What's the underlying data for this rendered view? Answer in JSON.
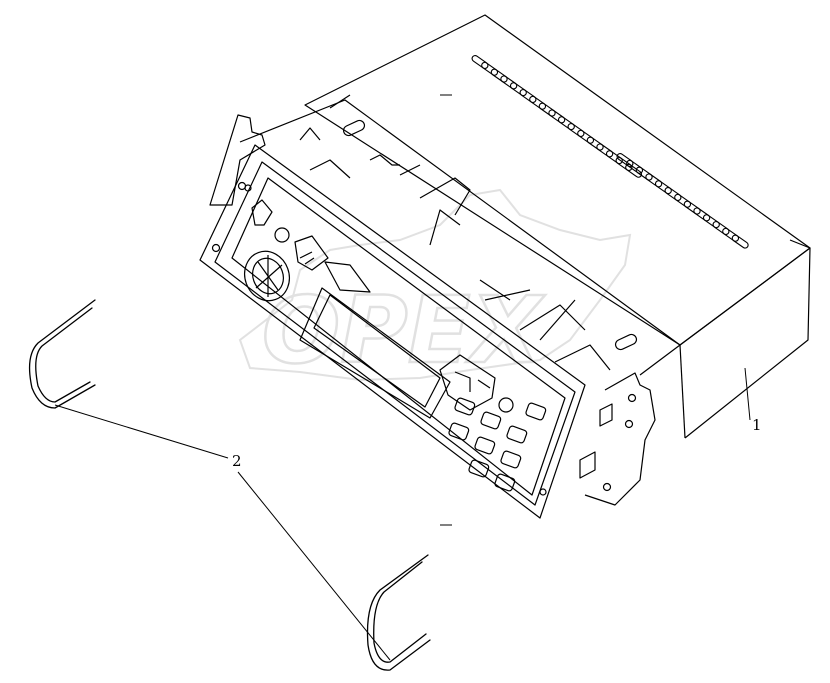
{
  "drawing": {
    "watermark": "OPEX",
    "callouts": [
      {
        "id": "1",
        "label": "1"
      },
      {
        "id": "2",
        "label": "2"
      }
    ],
    "colors": {
      "line": "#000000",
      "background": "#ffffff",
      "watermark": "#bdbdbd"
    }
  }
}
